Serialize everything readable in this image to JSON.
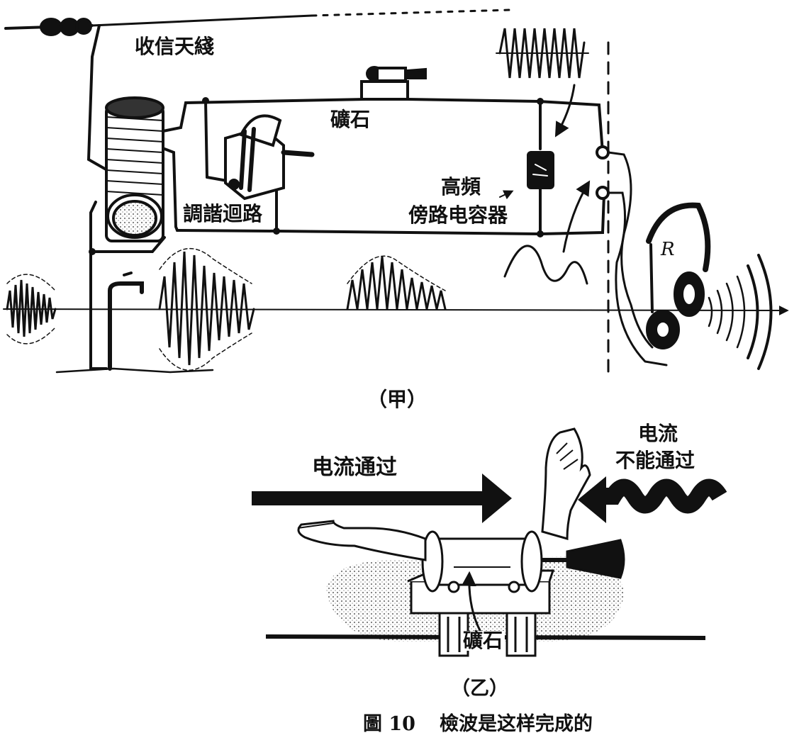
{
  "figure_a": {
    "antenna_label": "收信天綫",
    "crystal_label": "礦石",
    "tuning_label": "調諧迴路",
    "bypass_label_line1": "高頻",
    "bypass_label_line2": "傍路电容器",
    "panel_caption": "（甲）"
  },
  "figure_b": {
    "pass_label": "电流通过",
    "block_label_line1": "电流",
    "block_label_line2": "不能通过",
    "crystal_label": "礦石",
    "panel_caption": "（乙）"
  },
  "caption": {
    "figure_number": "圖 10",
    "title": "檢波是这样完成的"
  },
  "colors": {
    "ink": "#111111",
    "paper": "#ffffff",
    "stipple": "#9a9a9a"
  }
}
